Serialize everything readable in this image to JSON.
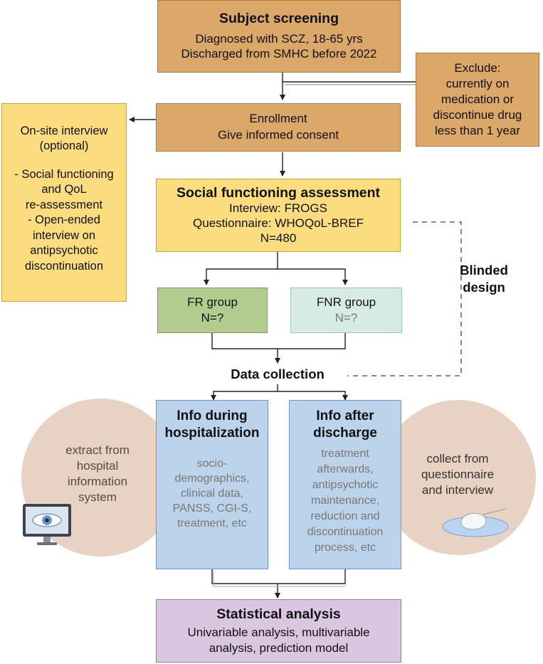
{
  "screening": {
    "title": "Subject screening",
    "line1": "Diagnosed with SCZ, 18-65 yrs",
    "line2": "Discharged from SMHC before 2022"
  },
  "exclude": {
    "line1": "Exclude:",
    "line2": "currently on",
    "line3": "medication or",
    "line4": "discontinue drug",
    "line5": "less than 1 year"
  },
  "enrollment": {
    "line1": "Enrollment",
    "line2": "Give informed consent"
  },
  "onsite": {
    "line1": "On-site interview",
    "line2": "(optional)",
    "line3": "- Social functioning",
    "line4": "and QoL",
    "line5": "re-assessment",
    "line6": "- Open-ended",
    "line7": "interview on",
    "line8": "antipsychotic",
    "line9": "discontinuation"
  },
  "assessment": {
    "title": "Social functioning assessment",
    "line1": "Interview: FROGS",
    "line2": "Questionnaire: WHOQoL-BREF",
    "line3": "N=480"
  },
  "blinded": {
    "line1": "Blinded",
    "line2": "design"
  },
  "fr_group": {
    "label": "FR group",
    "n": "N=?"
  },
  "fnr_group": {
    "label": "FNR group",
    "n": "N=?"
  },
  "data_collection": {
    "label": "Data collection"
  },
  "hosp": {
    "title1": "Info during",
    "title2": "hospitalization",
    "l1": "socio-",
    "l2": "demographics,",
    "l3": "clinical data,",
    "l4": "PANSS, CGI-S,",
    "l5": "treatment, etc"
  },
  "after": {
    "title1": "Info after",
    "title2": "discharge",
    "l1": "treatment",
    "l2": "afterwards,",
    "l3": "antipsychotic",
    "l4": "maintenance,",
    "l5": "reduction and",
    "l6": "discontinuation",
    "l7": "process, etc"
  },
  "extract": {
    "l1": "extract from",
    "l2": "hospital",
    "l3": "information",
    "l4": "system"
  },
  "collect": {
    "l1": "collect from",
    "l2": "questionnaire",
    "l3": "and interview"
  },
  "stats": {
    "title": "Statistical analysis",
    "l1": "Univariable analysis, multivariable",
    "l2": "analysis, prediction model"
  },
  "colors": {
    "orange": "#dba86a",
    "yellow": "#fbdc7e",
    "green": "#b2cb8e",
    "mint": "#d6ebe2",
    "blue": "#bcd3ec",
    "purple": "#dbc6e2",
    "circle": "#e8d2c3"
  },
  "icons": [
    "monitor-eye-icon",
    "mouse-icon"
  ]
}
